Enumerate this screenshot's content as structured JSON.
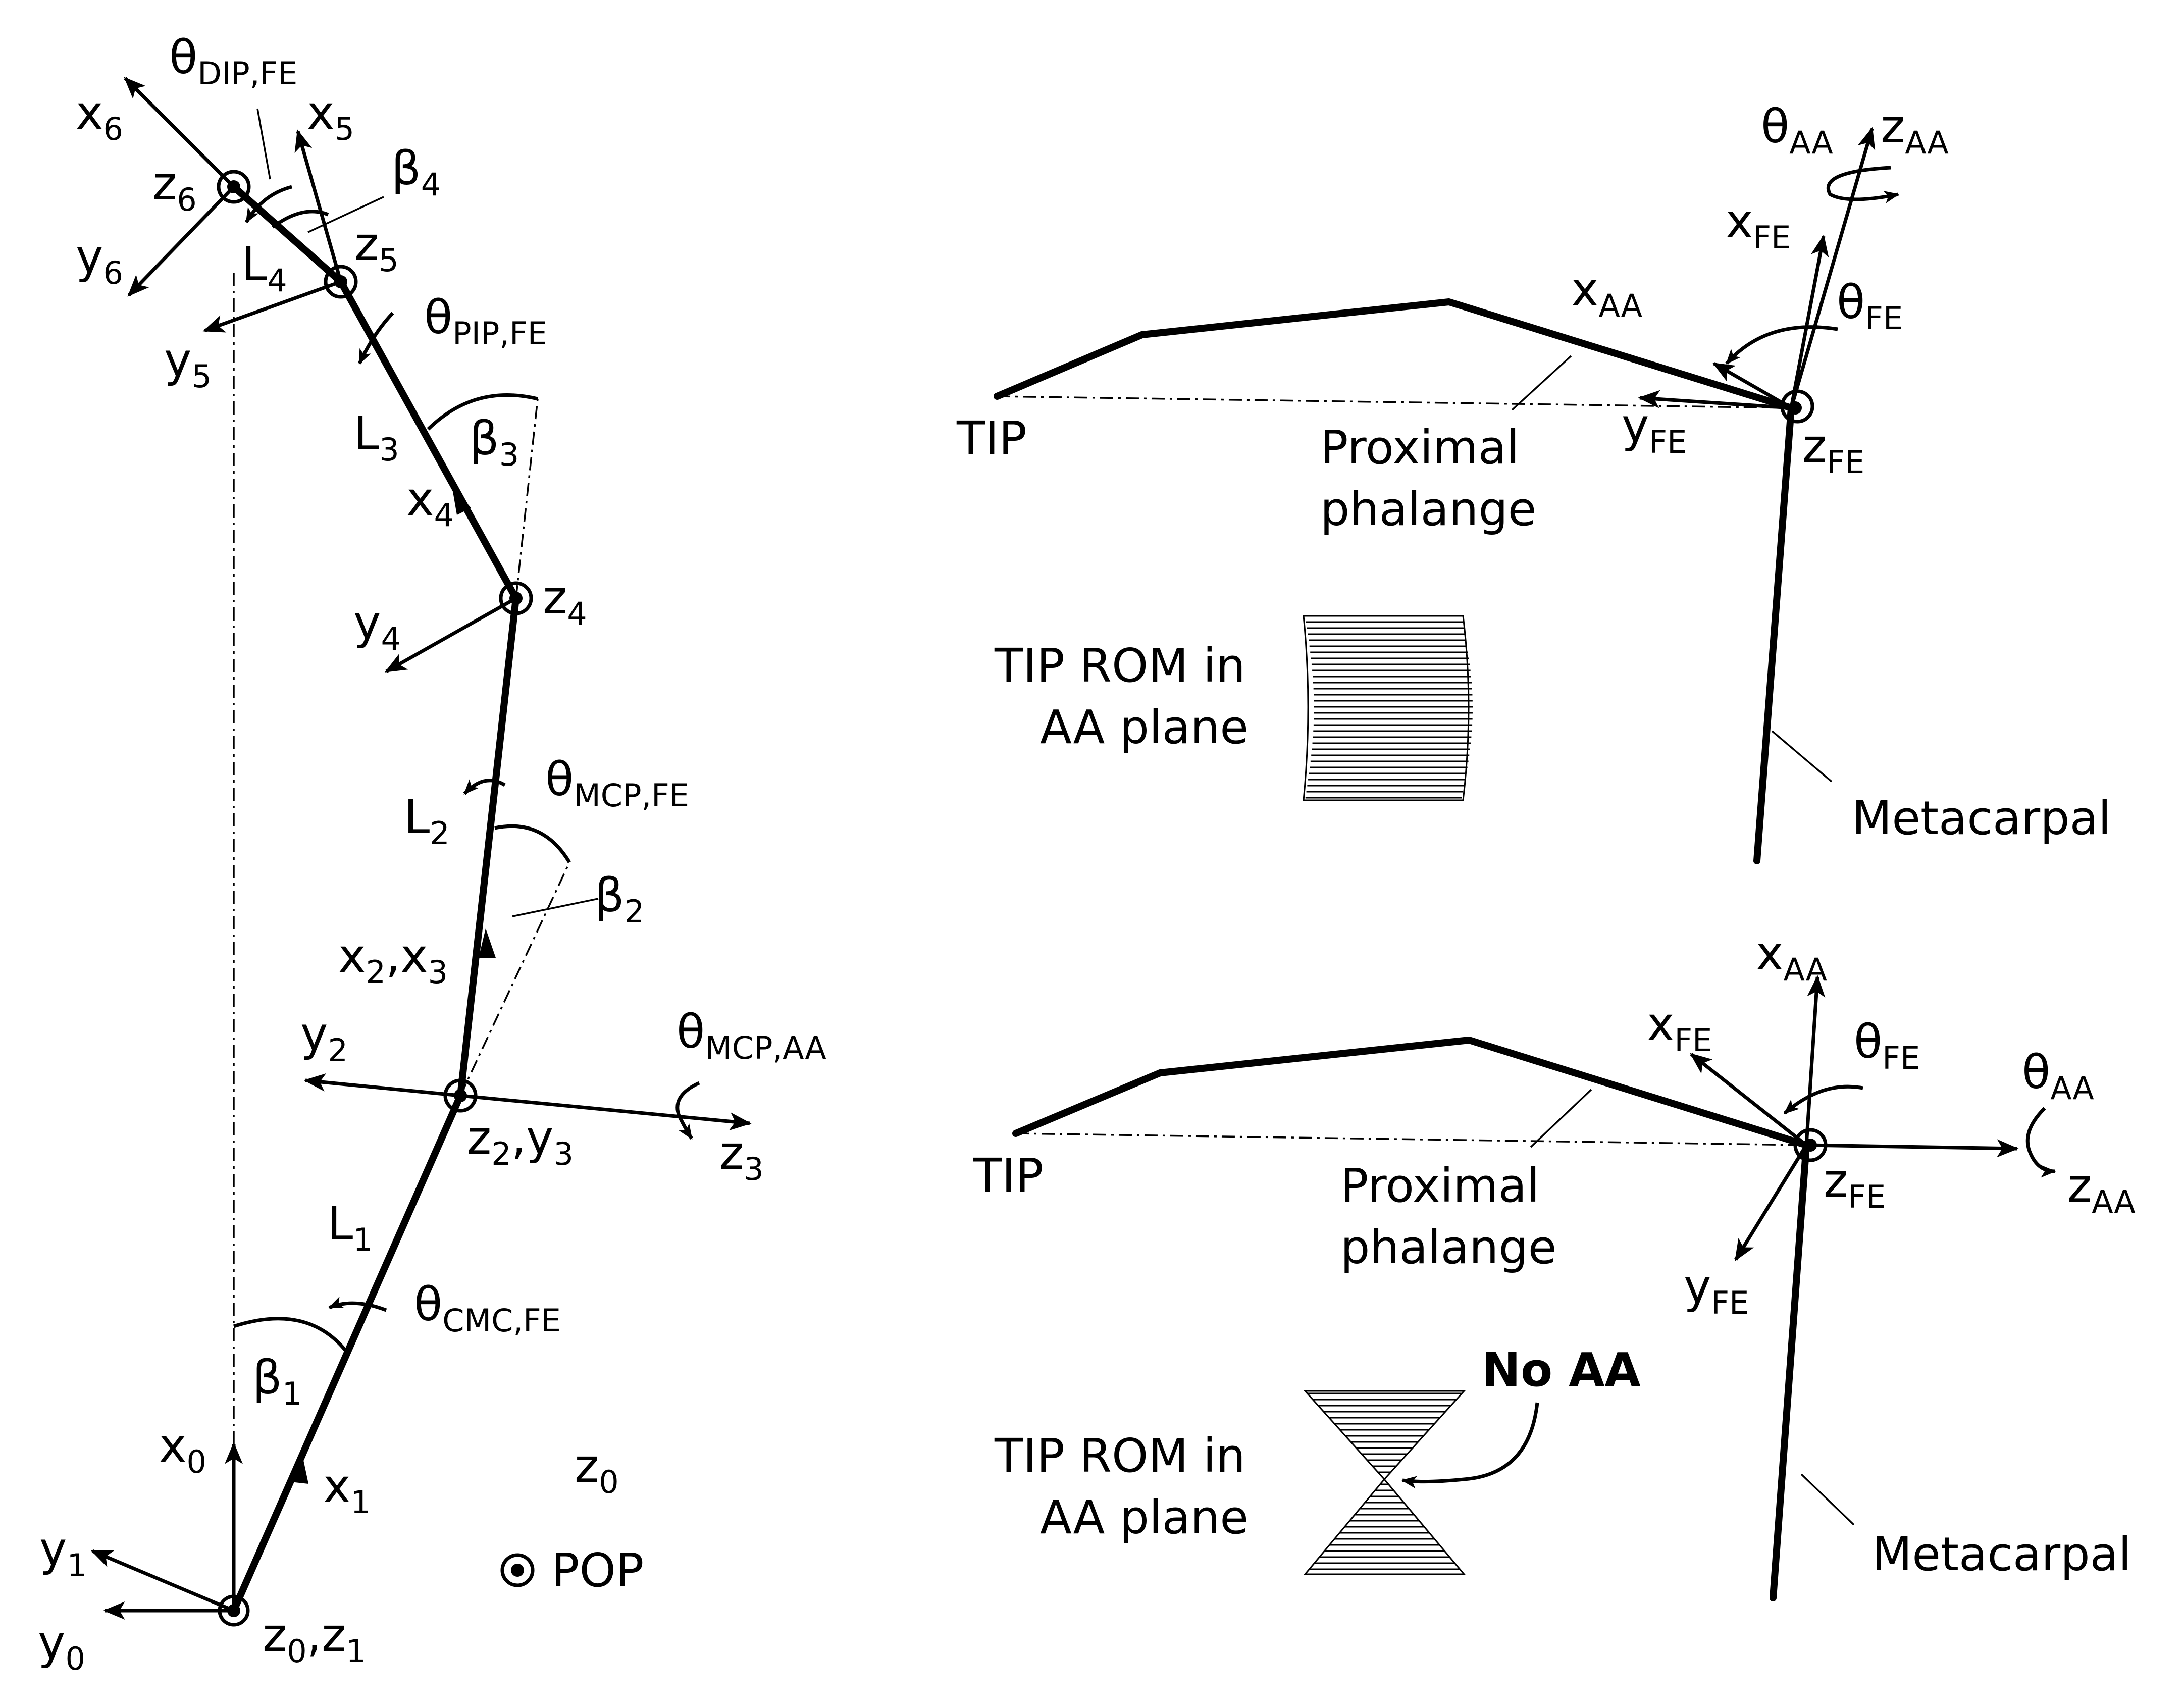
{
  "left": {
    "x6": "x",
    "x6s": "6",
    "thdip": "θ",
    "thdips": "DIP,FE",
    "x5": "x",
    "x5s": "5",
    "z6": "z",
    "z6s": "6",
    "beta4": "β",
    "beta4s": "4",
    "y6": "y",
    "y6s": "6",
    "L4": "L",
    "L4s": "4",
    "z5": "z",
    "z5s": "5",
    "thpip": "θ",
    "thpips": "PIP,FE",
    "y5": "y",
    "y5s": "5",
    "L3": "L",
    "L3s": "3",
    "beta3": "β",
    "beta3s": "3",
    "x4": "x",
    "x4s": "4",
    "z4": "z",
    "z4s": "4",
    "y4": "y",
    "y4s": "4",
    "thmcpfe": "θ",
    "thmcpfes": "MCP,FE",
    "L2": "L",
    "L2s": "2",
    "beta2": "β",
    "beta2s": "2",
    "x2": "x",
    "x2s": "2",
    "x2comma": ",x",
    "x3s": "3",
    "y2": "y",
    "y2s": "2",
    "thmcpaa": "θ",
    "thmcpaas": "MCP,AA",
    "z2": "z",
    "z2s": "2",
    "z2comma": ",y",
    "y3s": "3",
    "z3": "z",
    "z3s": "3",
    "L1": "L",
    "L1s": "1",
    "thcmc": "θ",
    "thcmcs": "CMC,FE",
    "beta1": "β",
    "beta1s": "1",
    "x0": "x",
    "x0s": "0",
    "x1": "x",
    "x1s": "1",
    "z0top": "z",
    "z0tops": "0",
    "y1": "y",
    "y1s": "1",
    "y0": "y",
    "y0s": "0",
    "z0": "z",
    "z0s": "0",
    "z0comma": ",z",
    "z1s": "1",
    "pop": "POP"
  },
  "topright": {
    "thaa": "θ",
    "thaas": "AA",
    "zaa": "z",
    "zaas": "AA",
    "xfe": "x",
    "xfes": "FE",
    "xaa": "x",
    "xaas": "AA",
    "thfe": "θ",
    "thfes": "FE",
    "tip": "TIP",
    "prox1": "Proximal",
    "prox2": "phalange",
    "yfe": "y",
    "yfes": "FE",
    "zfe": "z",
    "zfes": "FE",
    "rom1": "TIP ROM in",
    "rom2": "AA plane",
    "meta": "Metacarpal"
  },
  "bottomright": {
    "xaa": "x",
    "xaas": "AA",
    "xfe": "x",
    "xfes": "FE",
    "thfe": "θ",
    "thfes": "FE",
    "thaa": "θ",
    "thaas": "AA",
    "tip": "TIP",
    "zfe": "z",
    "zfes": "FE",
    "zaa": "z",
    "zaas": "AA",
    "prox1": "Proximal",
    "prox2": "phalange",
    "yfe": "y",
    "yfes": "FE",
    "noaa": "No AA",
    "rom1": "TIP ROM in",
    "rom2": "AA plane",
    "meta": "Metacarpal"
  }
}
